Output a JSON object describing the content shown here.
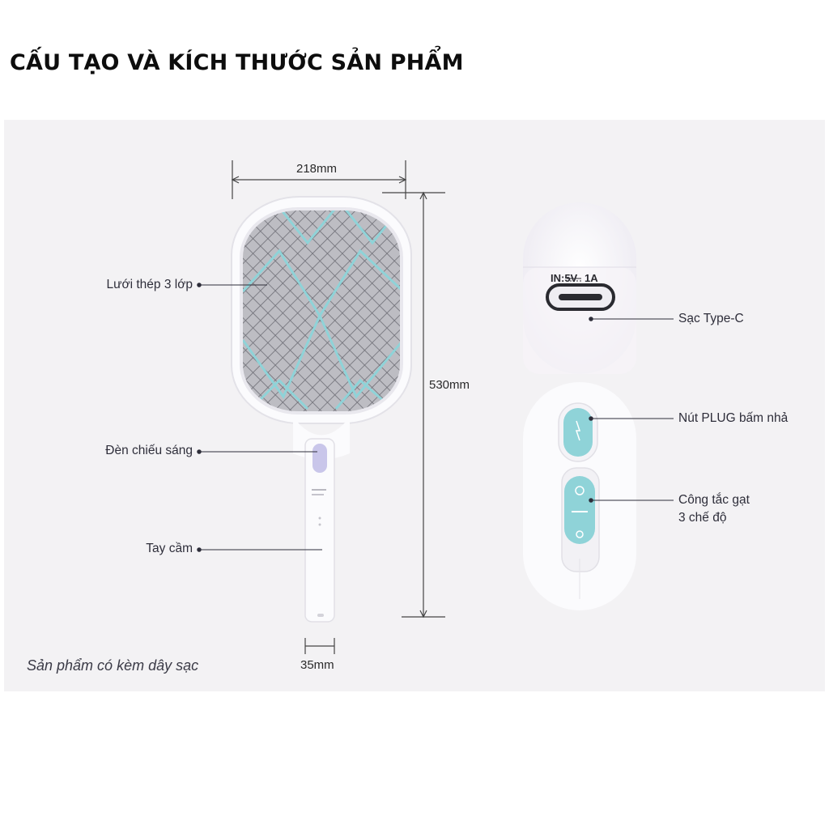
{
  "title": "CẤU TẠO VÀ KÍCH THƯỚC SẢN PHẨM",
  "dimensions": {
    "width": "218mm",
    "height": "530mm",
    "handle_width": "35mm"
  },
  "callouts": {
    "mesh": "Lưới thép 3 lớp",
    "light": "Đèn chiếu sáng",
    "handle": "Tay cầm",
    "charging": "Sạc Type-C",
    "plug_button": "Nút PLUG bấm nhả",
    "switch_line1": "Công tắc gạt",
    "switch_line2": "3 chế độ"
  },
  "port_label": {
    "prefix": "IN:5V",
    "suffix": "1A"
  },
  "note": "Sản phẩm có kèm dây sạc",
  "colors": {
    "accent": "#8fd3d8",
    "panel": "#f3f2f4",
    "text": "#2e2e3a",
    "light_indicator": "#c9c6ea"
  }
}
